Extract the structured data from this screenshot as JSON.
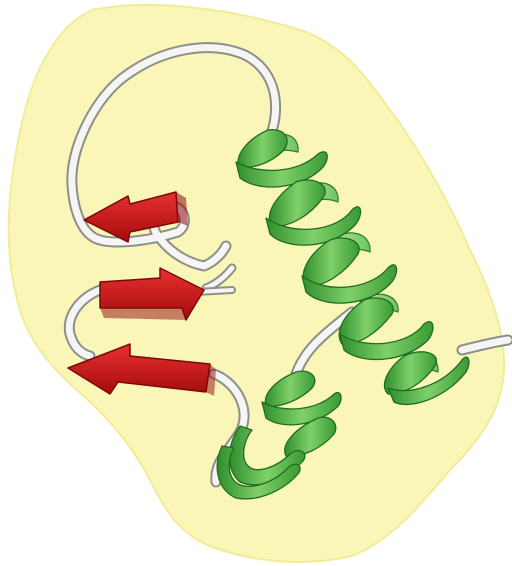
{
  "figure": {
    "colors": {
      "background": "#ffffff",
      "blob": "#faf6b8",
      "blob_edge": "#f2ec98",
      "coil": "#f5f5f3",
      "coil_edge": "#8e8e8a",
      "helix": "#6ec45e",
      "helix_dark": "#2f8f2c",
      "helix_light": "#b6e7a2",
      "strand": "#d51414",
      "strand_dark": "#8f0a0a"
    },
    "elements": [
      {
        "kind": "surface",
        "icon": "molecular-surface"
      },
      {
        "kind": "coil",
        "icon": "random-coil"
      },
      {
        "kind": "helix",
        "icon": "alpha-helix",
        "count": 2
      },
      {
        "kind": "strand",
        "icon": "beta-strand-arrow",
        "count": 3
      }
    ]
  }
}
